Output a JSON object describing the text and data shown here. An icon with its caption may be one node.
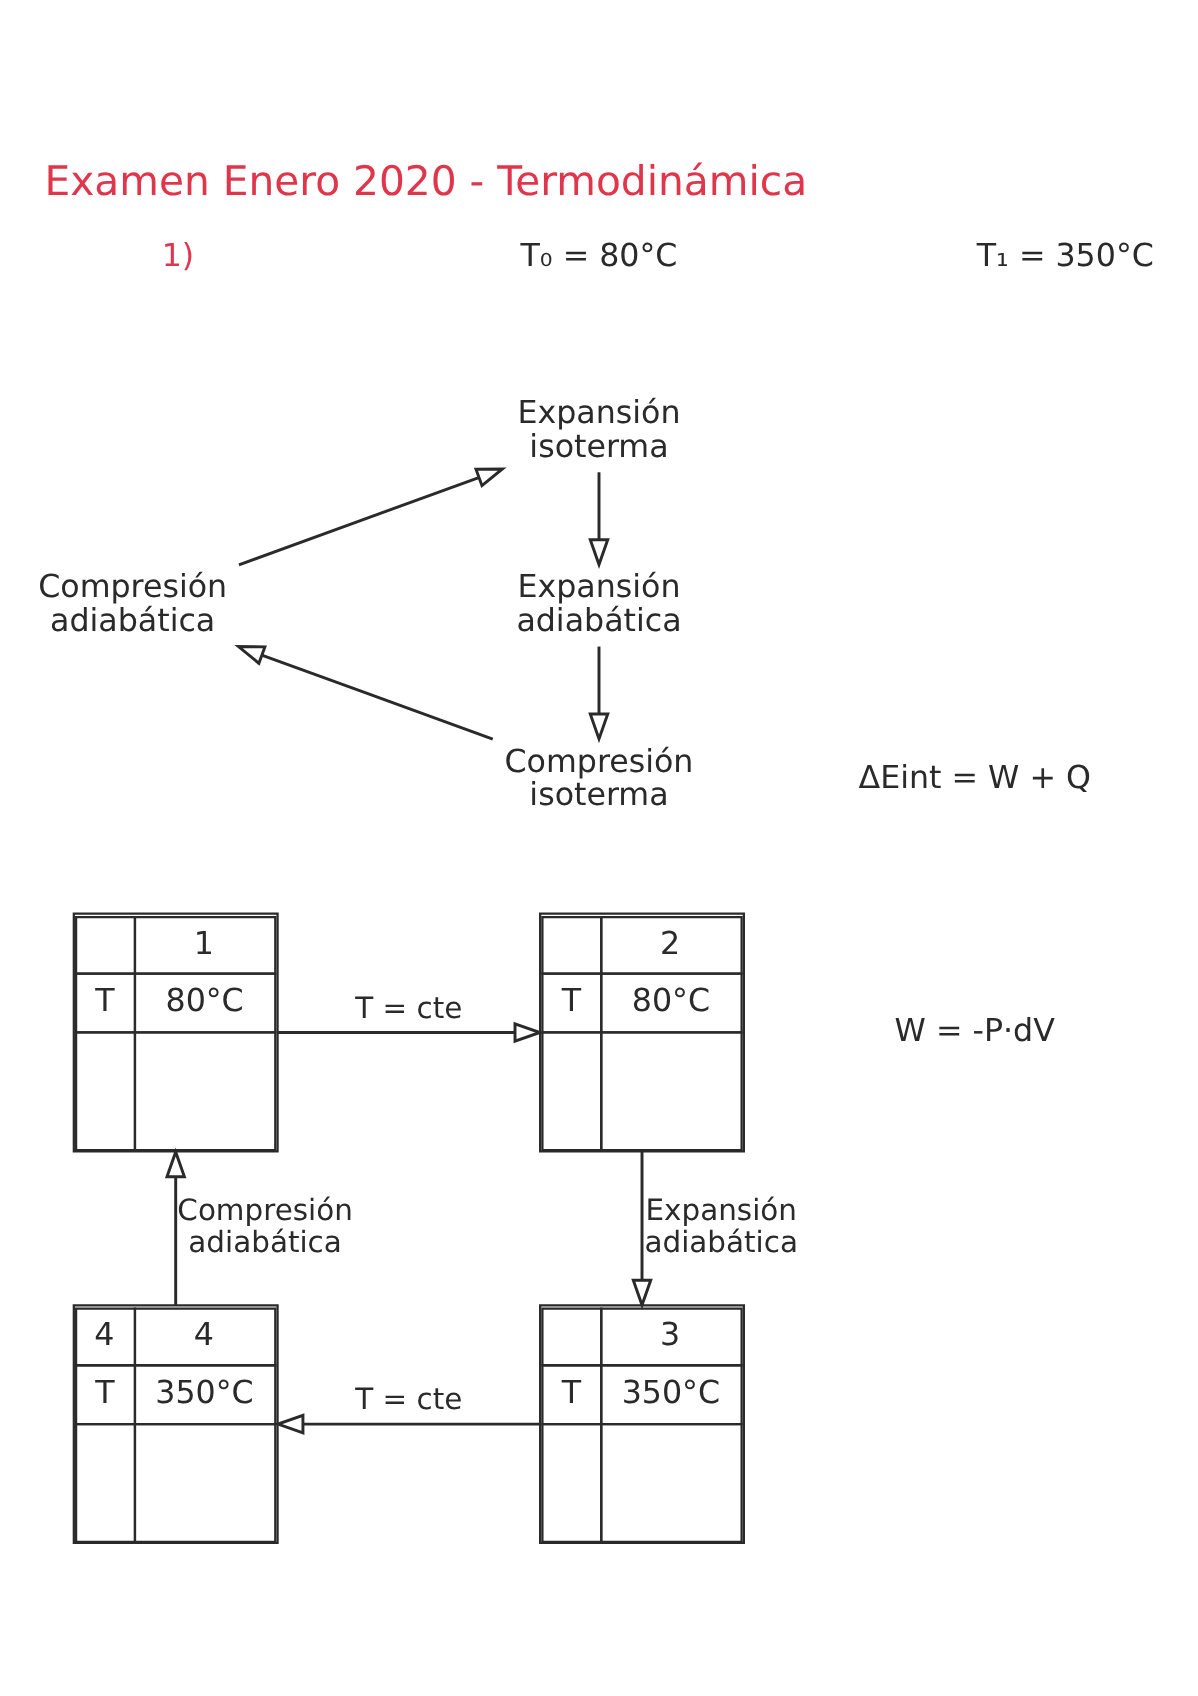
{
  "diagram": {
    "title": "Examen Enero 2020 - Termodinámica",
    "nodes": [
      {
        "text": [
          "Expansión isoterma"
        ]
      },
      {
        "text": [
          "Compresión adiabática"
        ]
      },
      {
        "text": [
          "Expansión adiabática"
        ]
      },
      {
        "text": [
          "Compresión isoterma"
        ]
      },
      {
        "text": [
          "1",
          "T",
          "80°C"
        ]
      },
      {
        "text": [
          "2",
          "T",
          "80°C"
        ]
      },
      {
        "text": [
          "4",
          "4",
          "T",
          "350°C"
        ]
      },
      {
        "text": [
          "3",
          "T",
          "350°C"
        ]
      }
    ],
    "edges": [
      {
        "from": 1,
        "to": 0,
        "arrow": "to"
      },
      {
        "from": 0,
        "to": 2,
        "arrow": "to"
      },
      {
        "from": 2,
        "to": 3,
        "arrow": "to"
      },
      {
        "from": 3,
        "to": 1,
        "arrow": "to"
      },
      {
        "from": 4,
        "to": 5,
        "arrow": "to",
        "label": "T = cte"
      },
      {
        "from": 5,
        "to": 7,
        "arrow": "to",
        "label": "Expansión adiabática"
      },
      {
        "from": 7,
        "to": 6,
        "arrow": "to",
        "label": "T = cte"
      },
      {
        "from": 6,
        "to": 4,
        "arrow": "to",
        "label": "Compresión adiabática"
      }
    ],
    "labels": [
      "1)",
      "T₀ = 80°C",
      "T₁ = 350°C",
      "ΔEint = W + Q",
      "W = -P·dV"
    ]
  }
}
